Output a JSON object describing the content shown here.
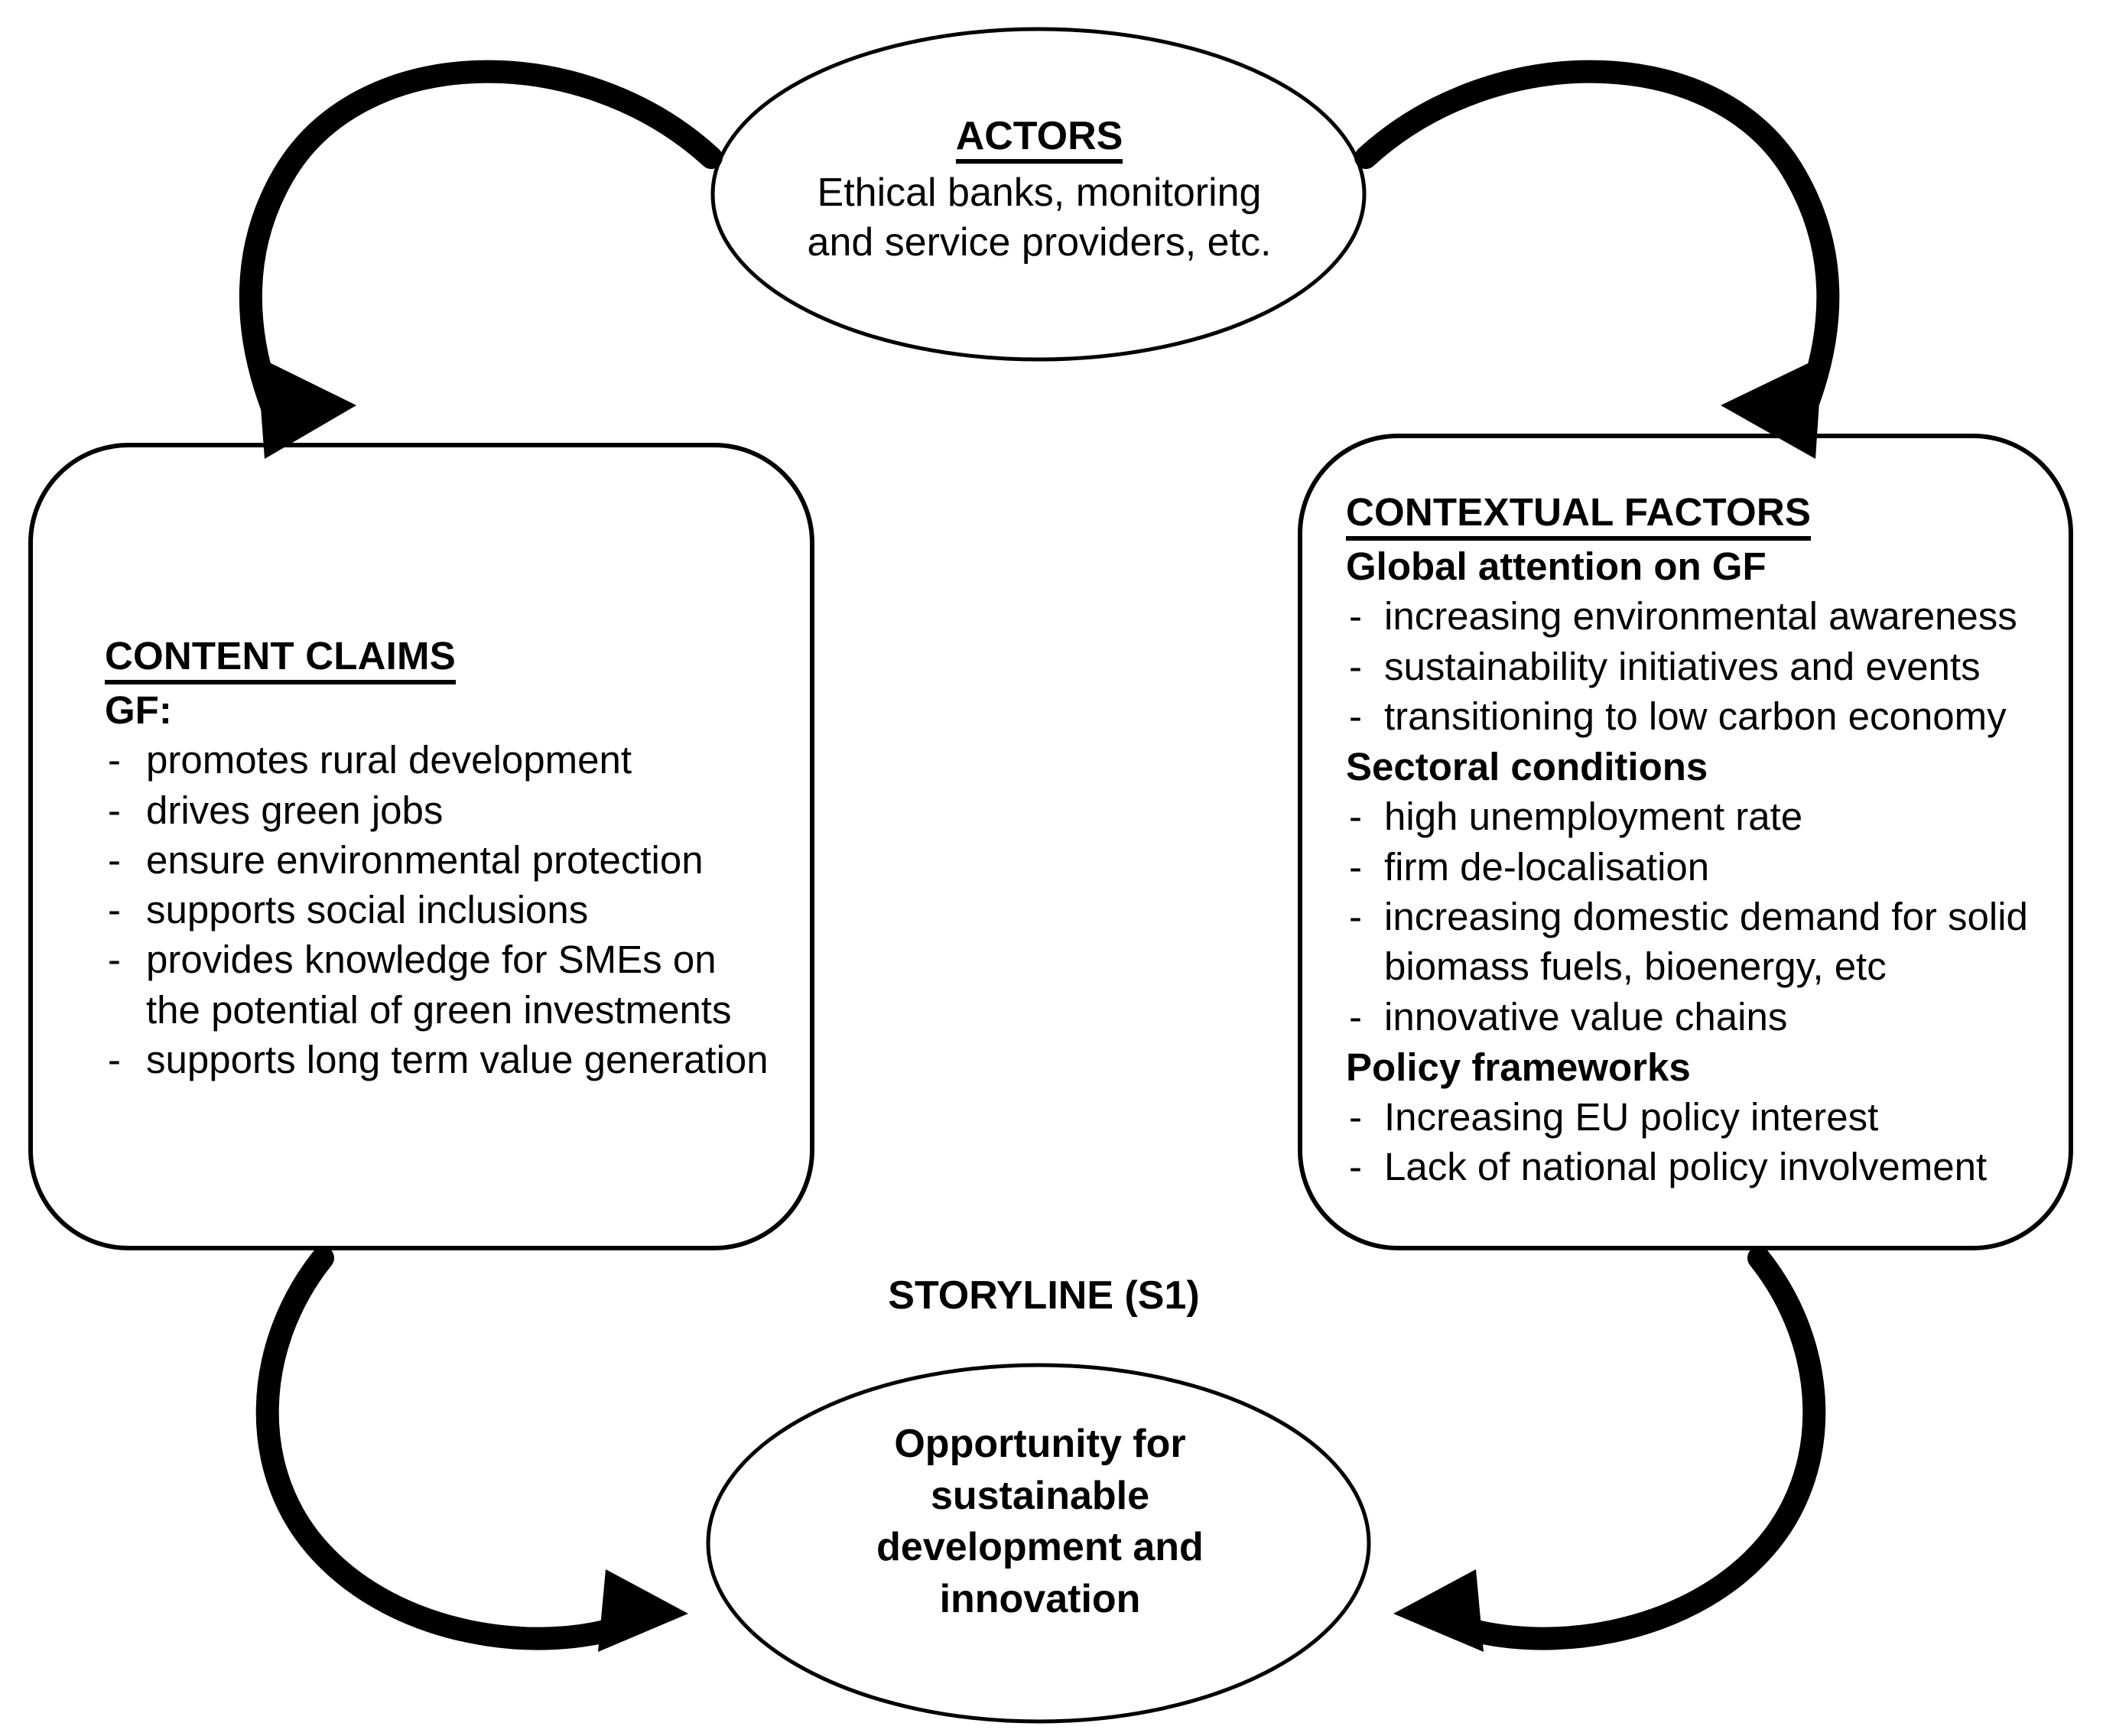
{
  "diagram": {
    "title_label": "STORYLINE (S1)",
    "stroke_color": "#000000",
    "background_color": "#ffffff"
  },
  "actors": {
    "heading": "ACTORS",
    "line1": "Ethical banks, monitoring",
    "line2": "and service providers, etc."
  },
  "content_claims": {
    "heading": "CONTENT CLAIMS",
    "subject": "GF:",
    "dash": "-",
    "bullets": [
      "promotes rural development",
      "drives green jobs",
      "ensure environmental protection",
      "supports social inclusions",
      "provides knowledge for SMEs on the potential of green investments",
      "supports long term value generation"
    ]
  },
  "contextual_factors": {
    "heading": "CONTEXTUAL FACTORS",
    "dash": "-",
    "groups": [
      {
        "label": "Global attention on GF",
        "bullets": [
          "increasing environmental awareness",
          "sustainability initiatives and events",
          "transitioning to low carbon economy"
        ]
      },
      {
        "label": "Sectoral conditions",
        "bullets": [
          "high unemployment rate",
          "firm de-localisation",
          "increasing domestic demand for solid biomass fuels, bioenergy, etc",
          "innovative value chains"
        ]
      },
      {
        "label": "Policy frameworks",
        "bullets": [
          "Increasing EU policy interest",
          "Lack of national policy involvement"
        ]
      }
    ]
  },
  "storyline_outcome": {
    "line1": "Opportunity for",
    "line2": "sustainable",
    "line3": "development and",
    "line4": "innovation"
  },
  "arrows": [
    {
      "name": "actors-to-content-claims",
      "from": "actors",
      "to": "content-claims",
      "direction": "down-left"
    },
    {
      "name": "actors-to-contextual-factors",
      "from": "actors",
      "to": "contextual-factors",
      "direction": "down-right"
    },
    {
      "name": "content-claims-to-storyline",
      "from": "content-claims",
      "to": "storyline-outcome",
      "direction": "down-right"
    },
    {
      "name": "contextual-factors-to-storyline",
      "from": "contextual-factors",
      "to": "storyline-outcome",
      "direction": "down-left"
    }
  ]
}
